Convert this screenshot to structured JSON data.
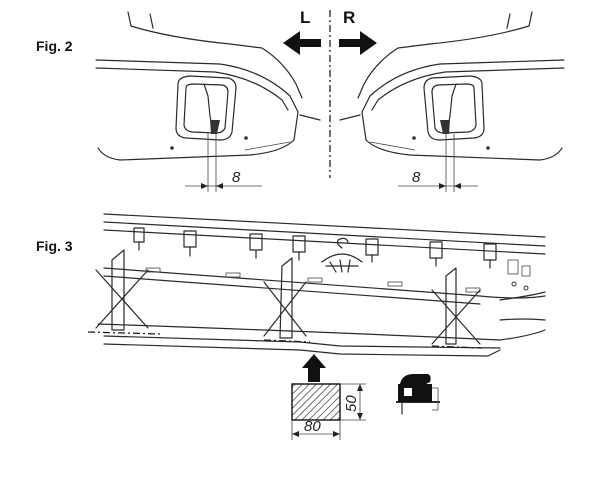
{
  "figures": {
    "fig2_label": "Fig. 2",
    "fig3_label": "Fig. 3"
  },
  "sides": {
    "left": "L",
    "right": "R"
  },
  "dimensions": {
    "left_offset": "8",
    "right_offset": "8",
    "block_height": "50",
    "block_width": "80"
  },
  "colors": {
    "line": "#2a2a2a",
    "arrow": "#111111",
    "background": "#ffffff"
  }
}
